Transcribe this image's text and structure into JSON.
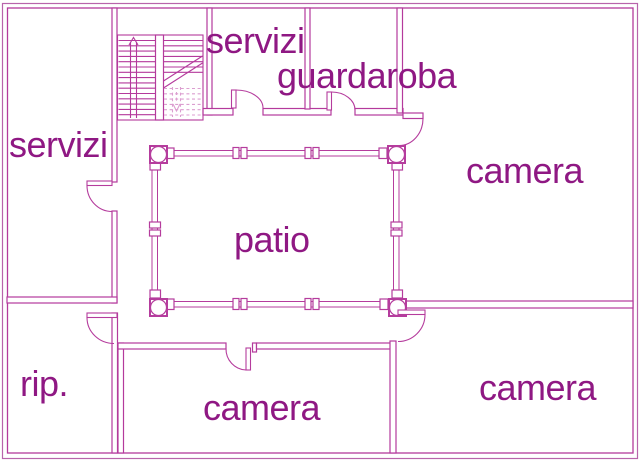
{
  "title": "floor-plan",
  "colors": {
    "line": "#b43a9c",
    "line_light": "#dc9ed0",
    "text": "#8f1883",
    "background": "#ffffff"
  },
  "rooms": [
    {
      "id": "servizi-top",
      "label": "servizi"
    },
    {
      "id": "guardaroba",
      "label": "guardaroba"
    },
    {
      "id": "servizi-left",
      "label": "servizi"
    },
    {
      "id": "camera-top-right",
      "label": "camera"
    },
    {
      "id": "patio",
      "label": "patio"
    },
    {
      "id": "rip",
      "label": "rip."
    },
    {
      "id": "camera-bottom-center",
      "label": "camera"
    },
    {
      "id": "camera-bottom-right",
      "label": "camera"
    }
  ],
  "icons": {
    "stairs_up": "up-arrow",
    "stairs_down": "down-arrow"
  }
}
